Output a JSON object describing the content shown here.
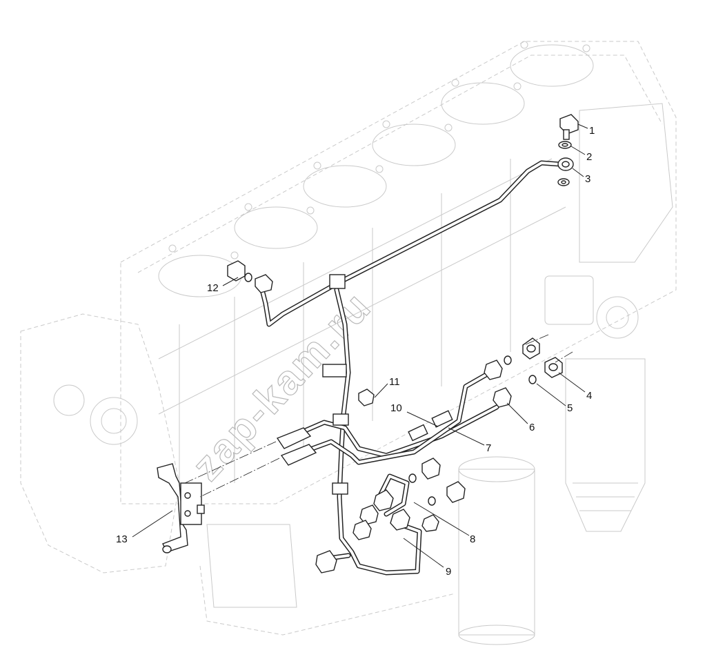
{
  "watermark": "zap-kam.ru",
  "callouts": [
    {
      "id": "1",
      "text": "1"
    },
    {
      "id": "2",
      "text": "2"
    },
    {
      "id": "3",
      "text": "3"
    },
    {
      "id": "4",
      "text": "4"
    },
    {
      "id": "5",
      "text": "5"
    },
    {
      "id": "6",
      "text": "6"
    },
    {
      "id": "7",
      "text": "7"
    },
    {
      "id": "8",
      "text": "8"
    },
    {
      "id": "9",
      "text": "9"
    },
    {
      "id": "10",
      "text": "10"
    },
    {
      "id": "11",
      "text": "11"
    },
    {
      "id": "12",
      "text": "12"
    },
    {
      "id": "13",
      "text": "13"
    }
  ]
}
